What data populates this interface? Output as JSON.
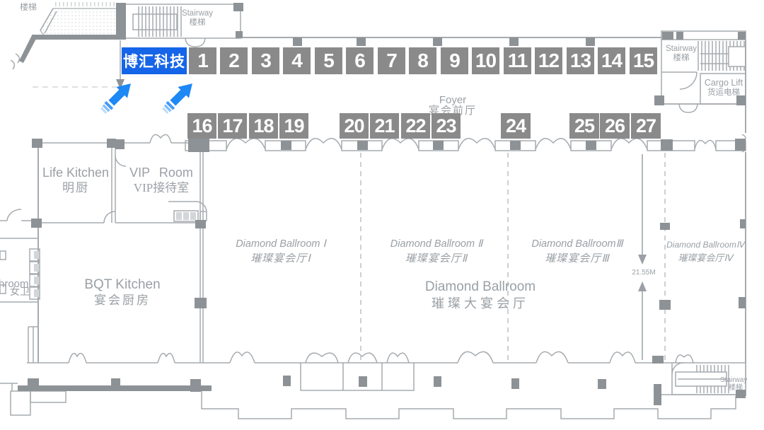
{
  "brand": {
    "label": "博汇科技"
  },
  "booths": {
    "row1": [
      "1",
      "2",
      "3",
      "4",
      "5",
      "6",
      "7",
      "8",
      "9",
      "10",
      "11",
      "12",
      "13",
      "14",
      "15"
    ],
    "row2a": [
      "16",
      "17",
      "18",
      "19"
    ],
    "row2b": [
      "20",
      "21",
      "22",
      "23"
    ],
    "row2c": [
      "24"
    ],
    "row2d": [
      "25",
      "26",
      "27"
    ]
  },
  "labels": {
    "foyer": {
      "en": "Foyer",
      "zh": "宴会前厅"
    },
    "life_kitchen": {
      "en": "Life Kitchen",
      "zh": "明厨"
    },
    "vip_room": {
      "en": "VIP Room",
      "zh": "VIP接待室"
    },
    "bqt_kitchen": {
      "en": "BQT Kitchen",
      "zh": "宴会厨房"
    },
    "washroom": {
      "en": "hroom",
      "zh": "女卫"
    },
    "ballroom_1": {
      "en": "Diamond Ballroom Ⅰ",
      "zh": "璀璨宴会厅Ⅰ"
    },
    "ballroom_2": {
      "en": "Diamond Ballroom Ⅱ",
      "zh": "璀璨宴会厅Ⅱ"
    },
    "ballroom_3": {
      "en": "Diamond BallroomⅢ",
      "zh": "璀璨宴会厅Ⅲ"
    },
    "ballroom_4": {
      "en": "Diamond BallroomⅣ",
      "zh": "璀璨宴会厅Ⅳ"
    },
    "ballroom_main": {
      "en": "Diamond Ballroom",
      "zh": "璀璨大宴会厅"
    },
    "stairway_topleft": {
      "zh": "楼梯"
    },
    "stairway_top": {
      "en": "Stairway",
      "zh": "楼梯"
    },
    "stairway_topright": {
      "en": "Stairway",
      "zh": "楼梯"
    },
    "stairway_bottomright": {
      "en": "Stairway",
      "zh": "楼梯"
    },
    "cargo_lift": {
      "en": "Cargo Lift",
      "zh": "货运电梯"
    },
    "dimension": "21.55M"
  },
  "colors": {
    "brand_blue": "#1565e8",
    "arrow_blue": "#1e88f5",
    "booth_gray": "#8a8a8a",
    "wall_gray": "#a6abaf",
    "pillar_gray": "#8d9296",
    "text_gray": "#9aa0a5"
  }
}
